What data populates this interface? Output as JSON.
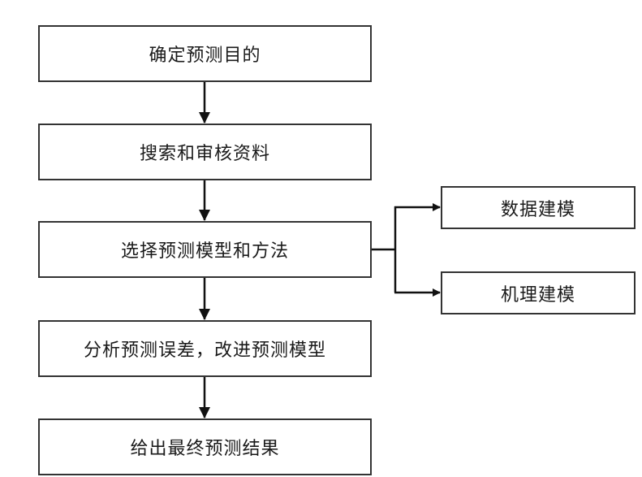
{
  "diagram": {
    "type": "flowchart",
    "main_steps": [
      {
        "id": "step1",
        "label": "确定预测目的"
      },
      {
        "id": "step2",
        "label": "搜索和审核资料"
      },
      {
        "id": "step3",
        "label": "选择预测模型和方法"
      },
      {
        "id": "step4",
        "label": "分析预测误差，改进预测模型"
      },
      {
        "id": "step5",
        "label": "给出最终预测结果"
      }
    ],
    "branches": [
      {
        "id": "branch1",
        "from": "step3",
        "label": "数据建模"
      },
      {
        "id": "branch2",
        "from": "step3",
        "label": "机理建模"
      }
    ],
    "edges": [
      {
        "from": "step1",
        "to": "step2"
      },
      {
        "from": "step2",
        "to": "step3"
      },
      {
        "from": "step3",
        "to": "step4"
      },
      {
        "from": "step4",
        "to": "step5"
      },
      {
        "from": "step3",
        "to": "branch1"
      },
      {
        "from": "step3",
        "to": "branch2"
      }
    ]
  }
}
